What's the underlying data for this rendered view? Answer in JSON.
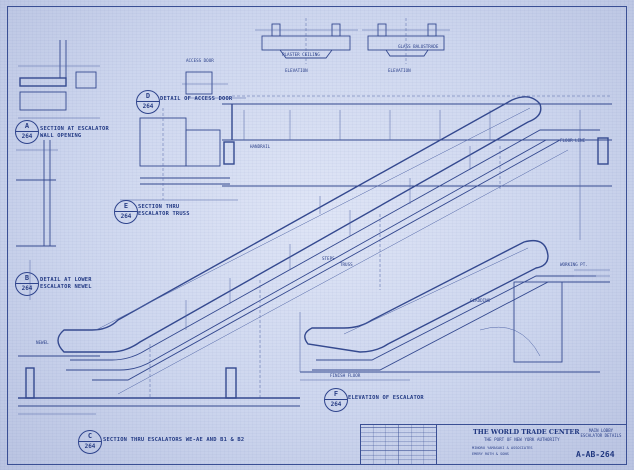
{
  "sheet": {
    "title_block": {
      "project": "THE WORLD TRADE CENTER",
      "owner": "THE PORT OF NEW YORK AUTHORITY",
      "architects_1": "MINORU YAMASAKI & ASSOCIATES",
      "architects_2": "EMERY ROTH & SONS",
      "sheet_name_1": "MAIN LOBBY",
      "sheet_name_2": "ESCALATOR DETAILS",
      "sheet_number": "A-AB-264"
    },
    "views": [
      {
        "id": "A",
        "sheet": "264",
        "caption_1": "SECTION AT ESCALATOR",
        "caption_2": "WALL OPENING"
      },
      {
        "id": "B",
        "sheet": "264",
        "caption_1": "DETAIL AT LOWER",
        "caption_2": "ESCALATOR NEWEL"
      },
      {
        "id": "C",
        "sheet": "264",
        "caption_1": "SECTION THRU ESCALATORS WE-AE AND B1 & B2",
        "caption_2": ""
      },
      {
        "id": "D",
        "sheet": "264",
        "caption_1": "DETAIL OF ACCESS DOOR",
        "caption_2": ""
      },
      {
        "id": "E",
        "sheet": "264",
        "caption_1": "SECTION THRU",
        "caption_2": "ESCALATOR TRUSS"
      },
      {
        "id": "F",
        "sheet": "264",
        "caption_1": "ELEVATION OF ESCALATOR",
        "caption_2": ""
      }
    ],
    "small_labels": {
      "elevation_1": "ELEVATION",
      "elevation_2": "ELEVATION",
      "plaster": "PLASTER CEILING",
      "glass": "GLASS BALUSTRADE",
      "handrail": "HANDRAIL",
      "truss": "TRUSS",
      "floor": "FLOOR LINE",
      "steps": "STEPS",
      "finish": "FINISH FLOOR",
      "newel": "NEWEL",
      "working_pt": "WORKING PT.",
      "cladding": "CLADDING",
      "access": "ACCESS DOOR"
    }
  }
}
